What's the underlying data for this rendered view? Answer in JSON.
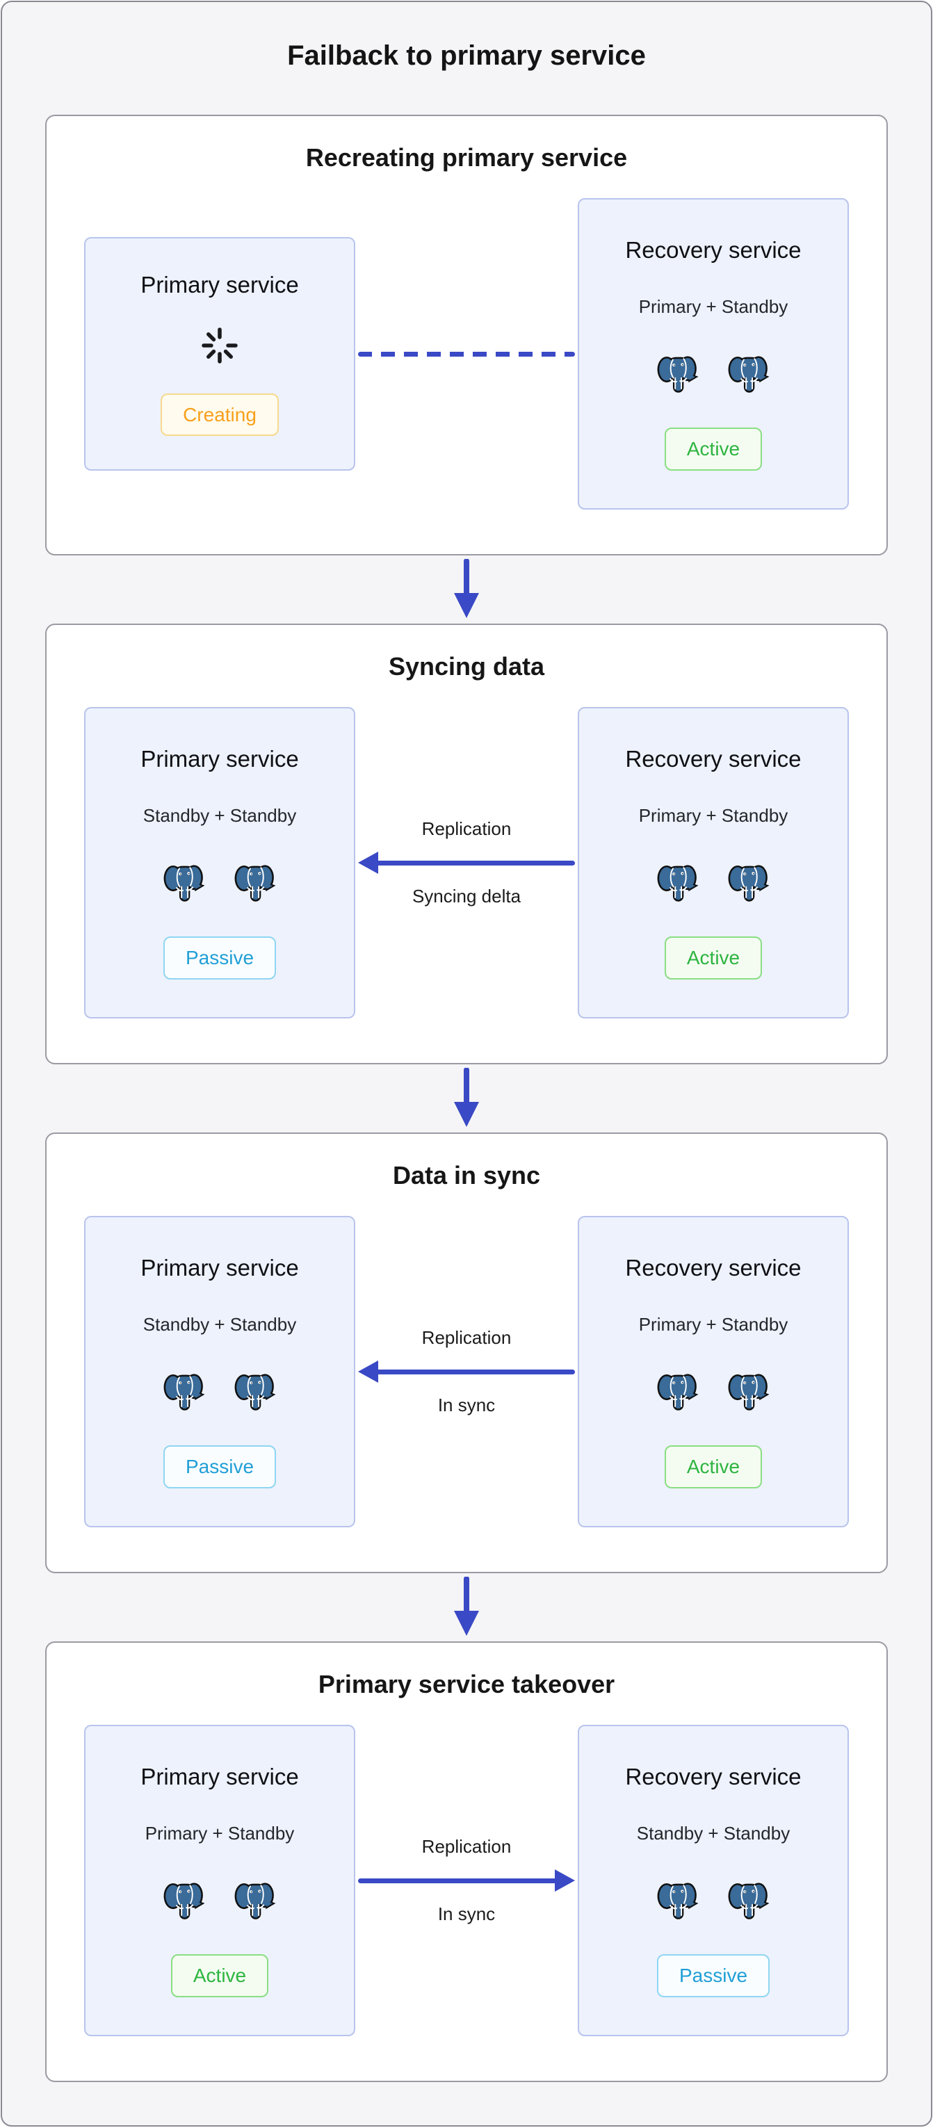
{
  "title": "Failback to primary service",
  "colors": {
    "accent_blue": "#3a49c5",
    "postgres_blue": "#3a6b99",
    "card_background": "#edf2fc",
    "card_border": "#b9c4ed",
    "canvas_background": "#f5f5f7",
    "section_border": "#9a9aa3",
    "status_creating": "#f8a01c",
    "status_active": "#2eb440",
    "status_passive": "#219fd6"
  },
  "icons": {
    "loading": "spinner-icon",
    "database": "postgres-elephant-icon",
    "flow_arrow": "arrow-icon",
    "step_arrow": "down-arrow-icon"
  },
  "sections": [
    {
      "title": "Recreating primary service",
      "left_card": {
        "title": "Primary service",
        "status": "Creating",
        "status_variant": "warning",
        "icon": "spinner-icon"
      },
      "right_card": {
        "title": "Recovery service",
        "subtitle": "Primary + Standby",
        "status": "Active",
        "status_variant": "success",
        "db_instances": 2
      },
      "connector": {
        "type": "dashed-line",
        "direction": "none",
        "label_top": "",
        "label_bottom": ""
      }
    },
    {
      "title": "Syncing data",
      "left_card": {
        "title": "Primary service",
        "subtitle": "Standby + Standby",
        "status": "Passive",
        "status_variant": "info",
        "db_instances": 2
      },
      "right_card": {
        "title": "Recovery service",
        "subtitle": "Primary + Standby",
        "status": "Active",
        "status_variant": "success",
        "db_instances": 2
      },
      "connector": {
        "type": "arrow",
        "direction": "left",
        "label_top": "Replication",
        "label_bottom": "Syncing delta"
      }
    },
    {
      "title": "Data in sync",
      "left_card": {
        "title": "Primary service",
        "subtitle": "Standby + Standby",
        "status": "Passive",
        "status_variant": "info",
        "db_instances": 2
      },
      "right_card": {
        "title": "Recovery service",
        "subtitle": "Primary + Standby",
        "status": "Active",
        "status_variant": "success",
        "db_instances": 2
      },
      "connector": {
        "type": "arrow",
        "direction": "left",
        "label_top": "Replication",
        "label_bottom": "In sync"
      }
    },
    {
      "title": "Primary service takeover",
      "left_card": {
        "title": "Primary service",
        "subtitle": "Primary + Standby",
        "status": "Active",
        "status_variant": "success",
        "db_instances": 2
      },
      "right_card": {
        "title": "Recovery service",
        "subtitle": "Standby + Standby",
        "status": "Passive",
        "status_variant": "info",
        "db_instances": 2
      },
      "connector": {
        "type": "arrow",
        "direction": "right",
        "label_top": "Replication",
        "label_bottom": "In sync"
      }
    }
  ]
}
